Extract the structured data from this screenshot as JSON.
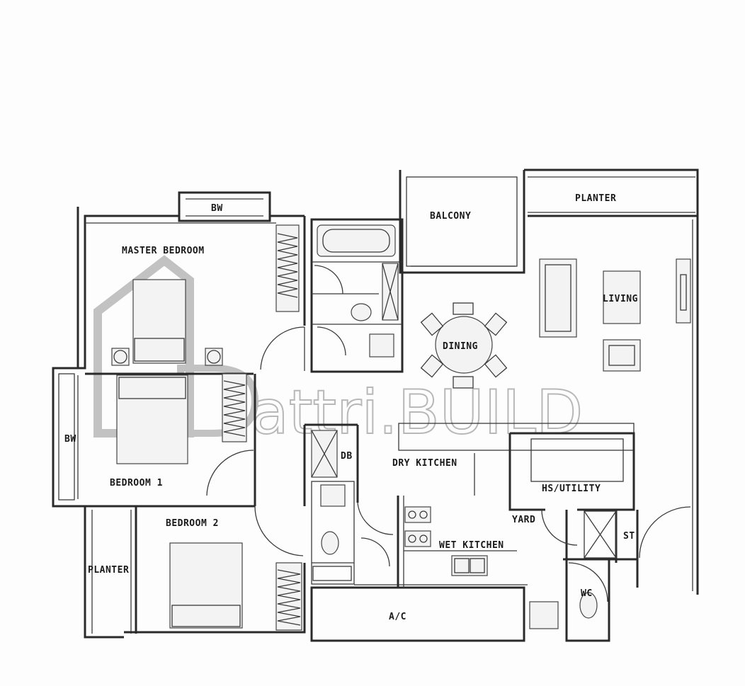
{
  "rooms": {
    "bw_top": "BW",
    "master_bedroom": "MASTER BEDROOM",
    "balcony": "BALCONY",
    "planter_top": "PLANTER",
    "living": "LIVING",
    "dining": "DINING",
    "bw_left": "BW",
    "bedroom_1": "BEDROOM 1",
    "db": "DB",
    "dry_kitchen": "DRY KITCHEN",
    "hs_utility": "HS/UTILITY",
    "yard": "YARD",
    "st": "ST",
    "bedroom_2": "BEDROOM 2",
    "wet_kitchen": "WET KITCHEN",
    "planter_left": "PLANTER",
    "wc": "WC",
    "ac": "A/C"
  },
  "watermark": {
    "text": "attri.BUILD"
  }
}
